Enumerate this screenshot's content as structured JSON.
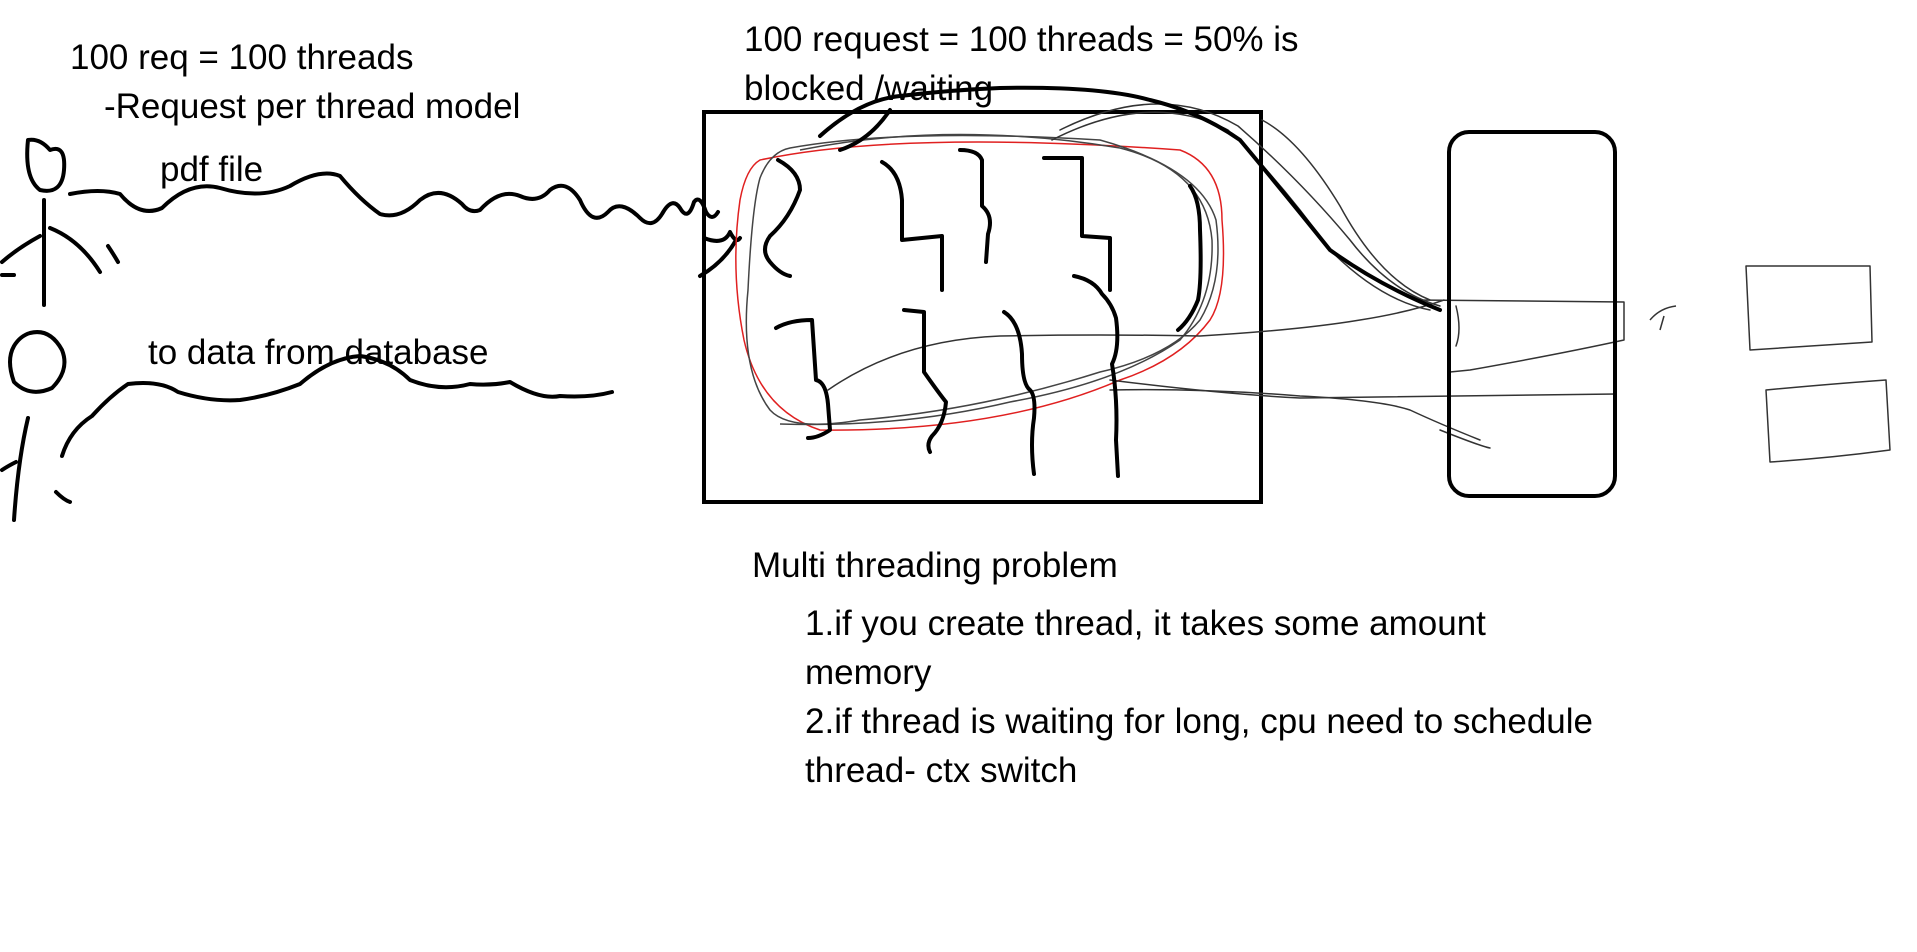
{
  "canvas": {
    "background": "#ffffff",
    "ink_color": "#000000",
    "highlight_color": "#e02020"
  },
  "labels": {
    "req_threads": "100 req = 100 threads",
    "model": "-Request per thread model",
    "pdf_file": "pdf file",
    "db_data": "to data from database",
    "blocked_line1": "100 request = 100 threads = 50% is",
    "blocked_line2": "blocked /waiting"
  },
  "problem": {
    "title": "Multi threading problem",
    "points": [
      {
        "line1": "1.if you create thread, it takes some amount",
        "line2": "memory"
      },
      {
        "line1": "2.if thread is waiting for long, cpu need to schedule",
        "line2": "thread- ctx switch"
      }
    ]
  }
}
